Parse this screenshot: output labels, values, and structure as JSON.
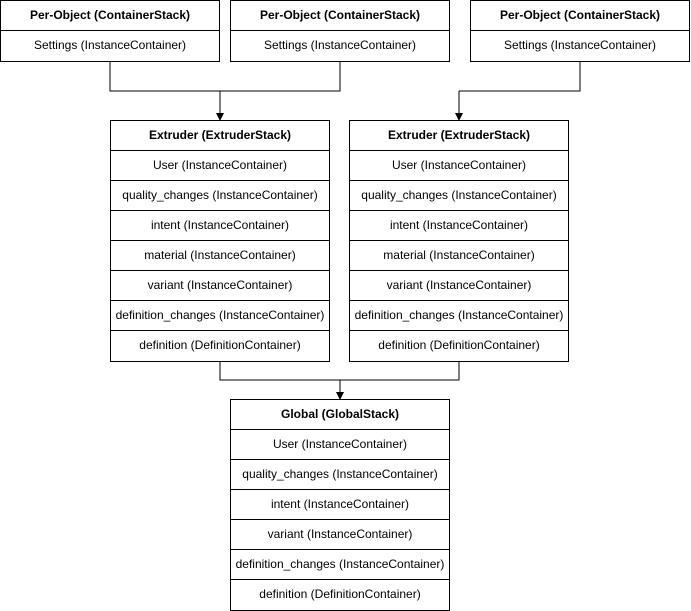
{
  "diagram": {
    "per_object_stacks": [
      {
        "title": "Per-Object (ContainerStack)",
        "items": [
          "Settings (InstanceContainer)"
        ]
      },
      {
        "title": "Per-Object (ContainerStack)",
        "items": [
          "Settings (InstanceContainer)"
        ]
      },
      {
        "title": "Per-Object (ContainerStack)",
        "items": [
          "Settings (InstanceContainer)"
        ]
      }
    ],
    "extruder_stacks": [
      {
        "title": "Extruder (ExtruderStack)",
        "items": [
          "User (InstanceContainer)",
          "quality_changes (InstanceContainer)",
          "intent (InstanceContainer)",
          "material (InstanceContainer)",
          "variant (InstanceContainer)",
          "definition_changes (InstanceContainer)",
          "definition (DefinitionContainer)"
        ]
      },
      {
        "title": "Extruder (ExtruderStack)",
        "items": [
          "User (InstanceContainer)",
          "quality_changes (InstanceContainer)",
          "intent (InstanceContainer)",
          "material (InstanceContainer)",
          "variant (InstanceContainer)",
          "definition_changes (InstanceContainer)",
          "definition (DefinitionContainer)"
        ]
      }
    ],
    "global_stack": {
      "title": "Global (GlobalStack)",
      "items": [
        "User (InstanceContainer)",
        "quality_changes (InstanceContainer)",
        "intent (InstanceContainer)",
        "variant (InstanceContainer)",
        "definition_changes (InstanceContainer)",
        "definition (DefinitionContainer)"
      ]
    },
    "colors": {
      "line": "#000000",
      "fill": "#ffffff",
      "text": "#000000"
    }
  }
}
